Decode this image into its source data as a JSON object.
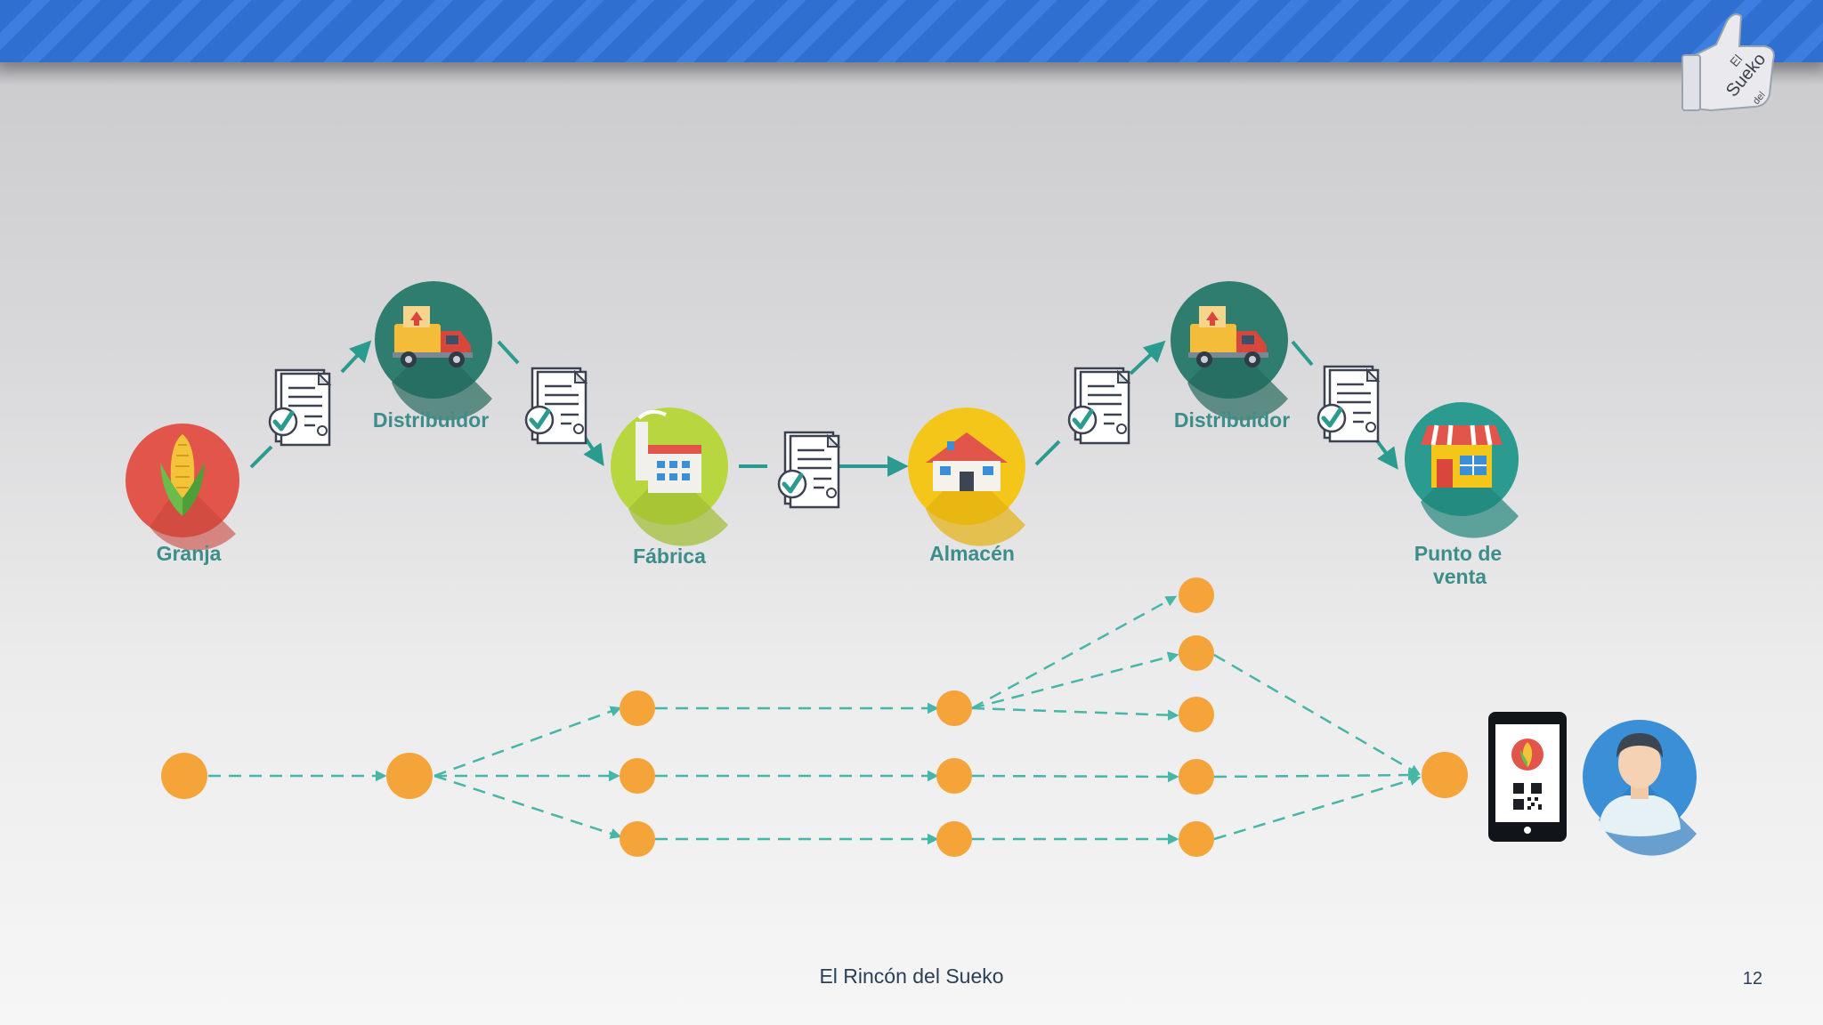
{
  "stages": {
    "granja": "Granja",
    "distribuidor_1": "Distribuidor",
    "fabrica": "Fábrica",
    "almacen": "Almacén",
    "distribuidor_2": "Distribuidor",
    "punto_venta_line1": "Punto de",
    "punto_venta_line2": "venta"
  },
  "logo": {
    "text_1": "El",
    "text_2": "Sueko",
    "text_3": "del"
  },
  "footer": {
    "text": "El Rincón del Sueko",
    "page_number": "12"
  },
  "colors": {
    "banner": "#2f6fd0",
    "arrow_teal": "#2a9b8e",
    "node_orange": "#f5a43a",
    "label_teal": "#3d8e8a",
    "granja_red": "#e2554a",
    "distribuidor_teal": "#2e7d6e",
    "fabrica_green": "#b8d640",
    "almacen_yellow": "#f4c61a",
    "punto_venta_teal": "#2a9b8e",
    "user_blue": "#3a8fd6"
  }
}
